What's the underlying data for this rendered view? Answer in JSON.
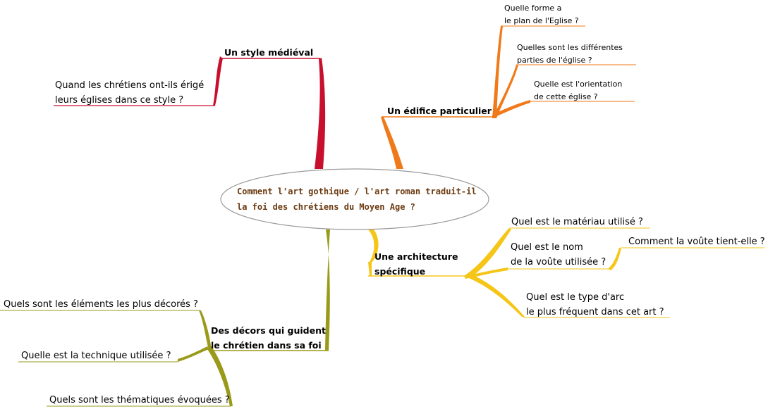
{
  "central": {
    "line1": "Comment l'art gothique / l'art roman traduit-il",
    "line2": "la foi des chrétiens du Moyen Age ?"
  },
  "branches": {
    "style": {
      "label": "Un style médiéval",
      "color": "#c8102e",
      "q1": {
        "line1": "Quand les chrétiens ont-ils érigé",
        "line2": "leurs églises dans ce style ?"
      }
    },
    "edifice": {
      "label": "Un édifice particulier",
      "color": "#f07a1a",
      "q1": {
        "line1": "Quelle forme a",
        "line2": "le plan de l'Eglise ?"
      },
      "q2": {
        "line1": "Quelles sont les différentes",
        "line2": "parties de l'église ?"
      },
      "q3": {
        "line1": "Quelle est l'orientation",
        "line2": "de cette église ?"
      }
    },
    "architecture": {
      "line1": "Une architecture",
      "line2": "spécifique",
      "color": "#f5c518",
      "q1": {
        "text": "Quel est le matériau utilisé ?"
      },
      "q2": {
        "line1": "Quel est le nom",
        "line2": "de la voûte utilisée ?",
        "sub": {
          "text": "Comment la voûte tient-elle ?"
        }
      },
      "q3": {
        "line1": "Quel est le type d'arc",
        "line2": "le plus fréquent dans cet art ?"
      }
    },
    "decors": {
      "line1": "Des décors qui guident",
      "line2": "le chrétien dans sa foi",
      "color": "#9a9a1a",
      "q1": {
        "text": "Quels sont les éléments les plus décorés ?"
      },
      "q2": {
        "text": "Quelle est la technique utilisée ?"
      },
      "q3": {
        "text": "Quels sont les thématiques évoquées ?"
      }
    }
  }
}
